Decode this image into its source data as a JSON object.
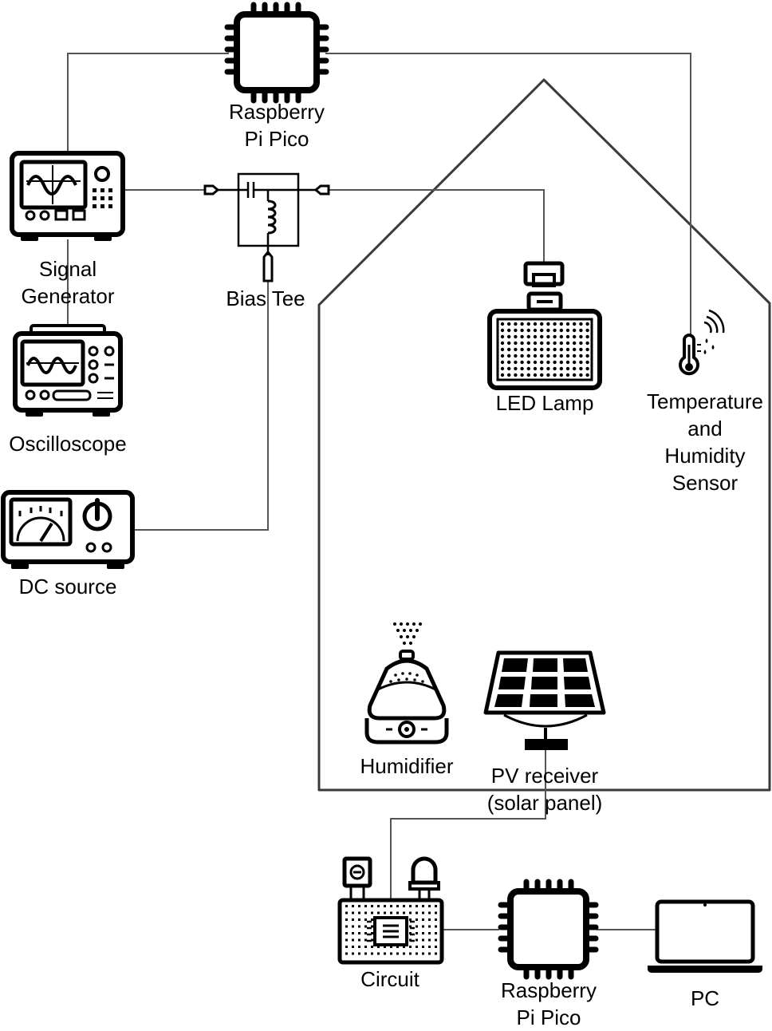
{
  "components": {
    "pico_top": {
      "label_lines": [
        "Raspberry",
        "Pi Pico"
      ],
      "icon": "microcontroller-chip-icon"
    },
    "signal_generator": {
      "label_lines": [
        "Signal",
        "Generator"
      ],
      "icon": "signal-generator-icon"
    },
    "bias_tee": {
      "label_lines": [
        "Bias Tee"
      ],
      "icon": "bias-tee-icon"
    },
    "oscilloscope": {
      "label_lines": [
        "Oscilloscope"
      ],
      "icon": "oscilloscope-icon"
    },
    "dc_source": {
      "label_lines": [
        "DC source"
      ],
      "icon": "dc-power-supply-icon"
    },
    "led_lamp": {
      "label_lines": [
        "LED Lamp"
      ],
      "icon": "led-lamp-icon"
    },
    "temp_humidity_sensor": {
      "label_lines": [
        "Temperature",
        "and",
        "Humidity",
        "Sensor"
      ],
      "icon": "thermometer-humidity-icon"
    },
    "humidifier": {
      "label_lines": [
        "Humidifier"
      ],
      "icon": "humidifier-icon"
    },
    "pv_receiver": {
      "label_lines": [
        "PV receiver",
        "(solar panel)"
      ],
      "icon": "solar-panel-icon"
    },
    "circuit": {
      "label_lines": [
        "Circuit"
      ],
      "icon": "breadboard-icon"
    },
    "pico_bottom": {
      "label_lines": [
        "Raspberry",
        "Pi Pico"
      ],
      "icon": "microcontroller-chip-icon"
    },
    "pc": {
      "label_lines": [
        "PC"
      ],
      "icon": "laptop-icon"
    }
  },
  "colors": {
    "stroke": "#000000",
    "wire": "#555555",
    "background": "#ffffff"
  }
}
